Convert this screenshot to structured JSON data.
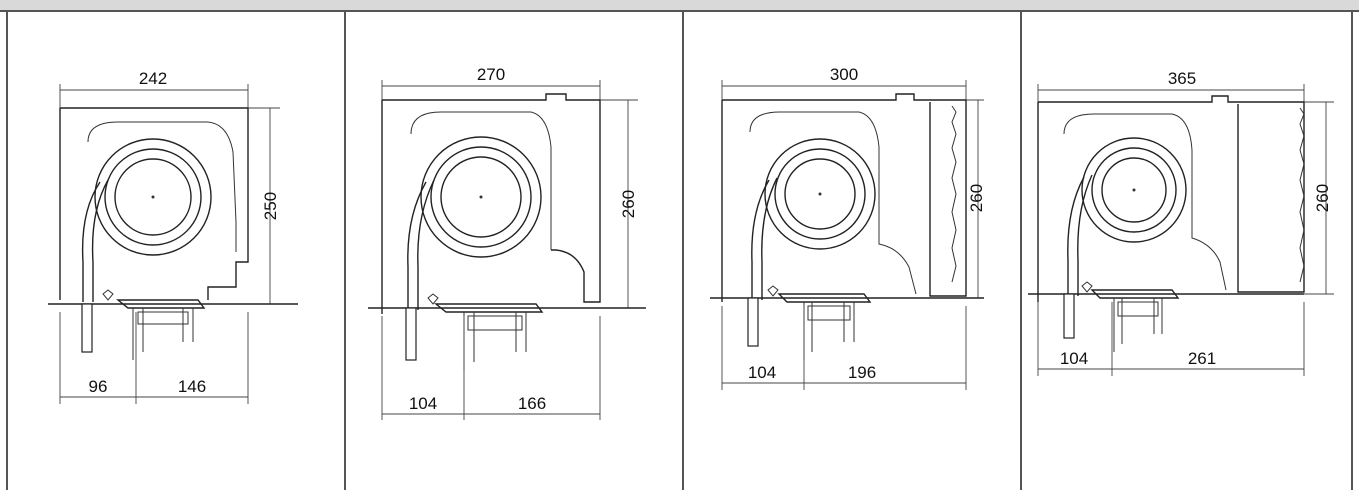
{
  "sections": [
    {
      "width": "242",
      "height": "250",
      "left_depth": "96",
      "right_depth": "146"
    },
    {
      "width": "270",
      "height": "260",
      "left_depth": "104",
      "right_depth": "166"
    },
    {
      "width": "300",
      "height": "260",
      "left_depth": "104",
      "right_depth": "196"
    },
    {
      "width": "365",
      "height": "260",
      "left_depth": "104",
      "right_depth": "261"
    }
  ]
}
